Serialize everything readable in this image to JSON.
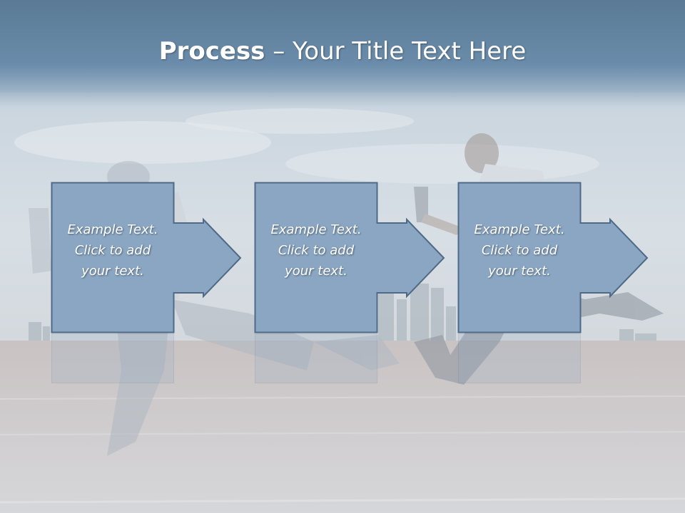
{
  "slide": {
    "title_bold": "Process",
    "title_rest": " – Your Title Text Here"
  },
  "steps": [
    {
      "line1": "Example Text.",
      "line2": "Click  to add",
      "line3": "your text."
    },
    {
      "line1": "Example Text.",
      "line2": "Click  to add",
      "line3": "your text."
    },
    {
      "line1": "Example Text.",
      "line2": "Click  to add",
      "line3": "your text."
    }
  ],
  "colors": {
    "shape_fill": "#8aa6c2",
    "shape_stroke": "#4e6a86",
    "title_band": "#6a8caa"
  },
  "background_image": "businessmen-running-on-track-with-laptops"
}
